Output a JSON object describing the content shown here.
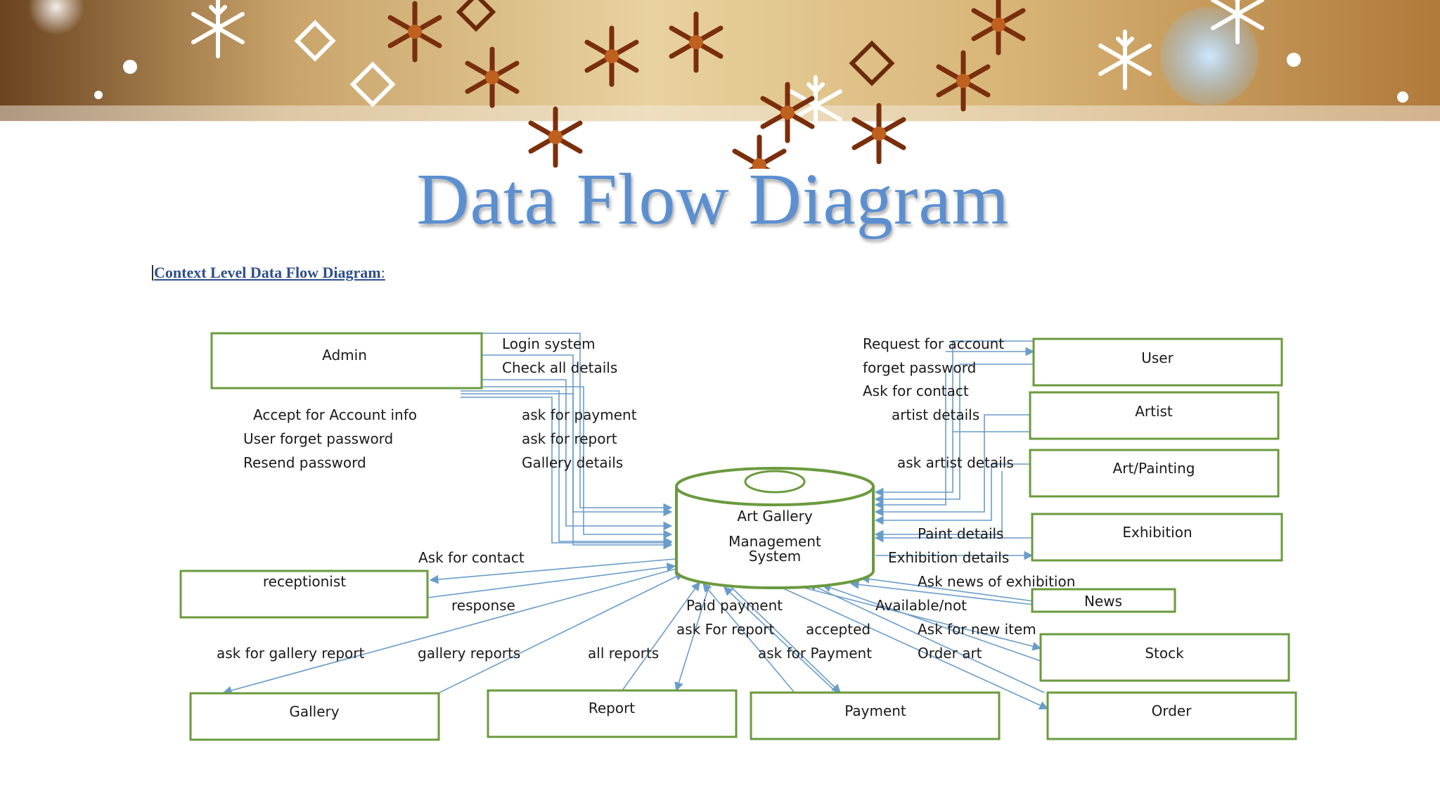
{
  "slide": {
    "title": "Data Flow Diagram",
    "subtitle": "Context Level Data Flow Diagram",
    "subtitle_suffix": ":"
  },
  "colors": {
    "title": "#5b8fd0",
    "entity_border": "#6b9a3e",
    "flow_line": "#6a9cc9",
    "banner_snowflake_dark": "#8a3a12",
    "banner_snowflake_light": "#ffffff"
  },
  "diagram": {
    "process": {
      "line1": "Art Gallery",
      "line2": "Management",
      "line3": "System"
    },
    "entities": {
      "admin": "Admin",
      "user": "User",
      "artist": "Artist",
      "art_painting": "Art/Painting",
      "exhibition": "Exhibition",
      "news": "News",
      "stock": "Stock",
      "order": "Order",
      "payment": "Payment",
      "report": "Report",
      "gallery": "Gallery",
      "receptionist": "receptionist"
    },
    "flows": {
      "login_system": "Login system",
      "check_all_details": "Check all details",
      "accept_account_info": "Accept for Account info",
      "user_forget_password": "User forget password",
      "resend_password": "Resend password",
      "ask_for_payment_admin": "ask for payment",
      "ask_for_report_admin": "ask for report",
      "gallery_details": "Gallery details",
      "request_for_account": "Request for account",
      "forget_password": "forget password",
      "ask_for_contact_user": "Ask for contact",
      "artist_details": "artist details",
      "ask_artist_details": "ask artist details",
      "paint_details": "Paint details",
      "exhibition_details": "Exhibition details",
      "ask_news_of_exhibition": "Ask news of exhibition",
      "available_not": "Available/not",
      "ask_for_new_item": "Ask for new item",
      "order_art": "Order art",
      "ask_for_contact_recep": "Ask for contact",
      "response": "response",
      "ask_for_gallery_report": "ask for gallery report",
      "gallery_reports": "gallery reports",
      "all_reports": "all reports",
      "paid_payment": "Paid payment",
      "ask_for_report": "ask For report",
      "accepted": "accepted",
      "ask_for_payment": "ask for Payment"
    }
  }
}
